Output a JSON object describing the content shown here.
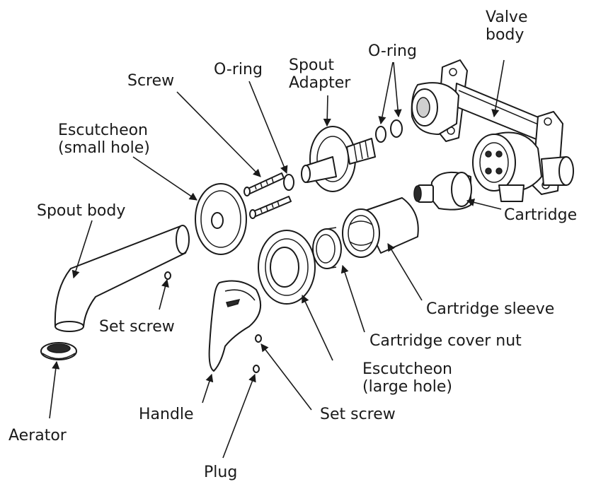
{
  "labels": {
    "valve_body": "Valve\nbody",
    "o_ring_left": "O-ring",
    "spout_adapter": "Spout\nAdapter",
    "o_ring_right": "O-ring",
    "screw": "Screw",
    "escutcheon_small": "Escutcheon\n(small hole)",
    "spout_body": "Spout body",
    "cartridge": "Cartridge",
    "cartridge_sleeve": "Cartridge sleeve",
    "set_screw_spout": "Set screw",
    "cartridge_cover_nut": "Cartridge cover nut",
    "escutcheon_large": "Escutcheon\n(large hole)",
    "handle": "Handle",
    "set_screw_handle": "Set screw",
    "aerator": "Aerator",
    "plug": "Plug"
  },
  "colors": {
    "line": "#1a1a1a",
    "background": "#ffffff"
  }
}
